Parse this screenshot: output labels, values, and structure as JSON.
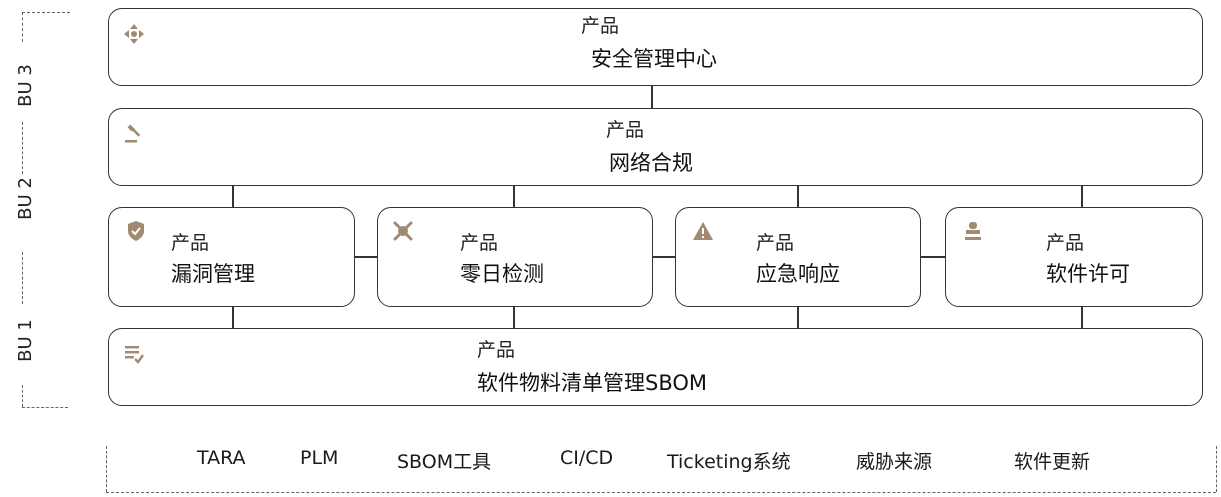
{
  "side_labels": [
    "BU 3",
    "BU 2",
    "BU 1"
  ],
  "product_label": "产品",
  "boxes": {
    "security_center": "安全管理中心",
    "compliance": "网络合规",
    "vuln": "漏洞管理",
    "zeroday": "零日检测",
    "emergency": "应急响应",
    "license": "软件许可",
    "sbom": "软件物料清单管理SBOM"
  },
  "tools": [
    "TARA",
    "PLM",
    "SBOM工具",
    "CI/CD",
    "Ticketing系统",
    "威胁来源",
    "软件更新"
  ],
  "colors": {
    "icon": "#a08a72",
    "border": "#333333"
  },
  "icons": [
    "arrows-move-icon",
    "gavel-icon",
    "shield-icon",
    "crossbones-icon",
    "warning-icon",
    "stamp-icon",
    "checklist-icon"
  ]
}
